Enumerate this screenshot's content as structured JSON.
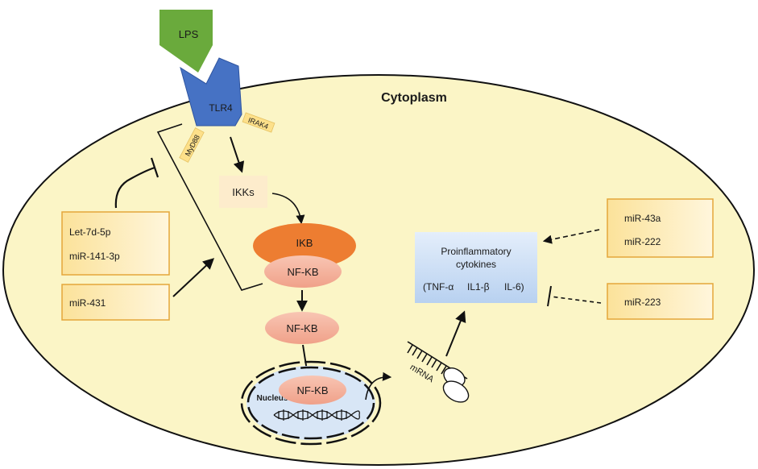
{
  "compartments": {
    "cytoplasm_label": "Cytoplasm",
    "nucleus_label": "Nucleus"
  },
  "receptor": {
    "ligand": "LPS",
    "receptor": "TLR4",
    "adaptor_left": "MyD88",
    "adaptor_right": "IRAK4"
  },
  "pathway": {
    "ikks": "IKKs",
    "ikb": "IKB",
    "nfkb_complex": "NF-KB",
    "nfkb_free": "NF-KB",
    "nfkb_nuclear": "NF-KB",
    "mrna": "mRNA"
  },
  "cytokines": {
    "title_line1": "Proinflammatory",
    "title_line2": "cytokines",
    "tnf": "(TNF-α",
    "il1": "IL1-β",
    "il6": "IL-6)"
  },
  "mirnas": {
    "box1_line1": "Let-7d-5p",
    "box1_line2": "miR-141-3p",
    "box2": "miR-431",
    "box3_line1": "miR-43a",
    "box3_line2": "miR-222",
    "box4": "miR-223"
  },
  "colors": {
    "cell_fill": "#fbf5c6",
    "lps_green": "#6aaa3c",
    "tlr4_blue": "#4672c4",
    "ikb_orange": "#ed7d31",
    "nfkb_salmon": "#f4b09a",
    "cytokine_blue": "#c9dcf3",
    "mirna_box": "#fde9a9"
  }
}
